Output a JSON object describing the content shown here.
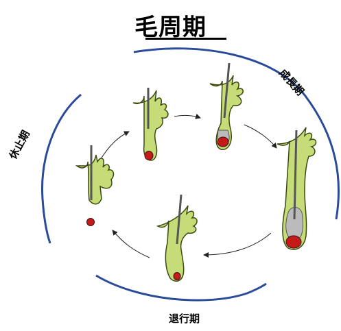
{
  "title": "毛周期",
  "phases": {
    "anagen": "成長期",
    "catagen": "退行期",
    "telogen": "休止期"
  },
  "colors": {
    "arc": "#2a4a9a",
    "follicle": "#c5dc79",
    "follicle_outline": "#3c4a10",
    "papilla": "#c41a1a",
    "hair_shaft": "#555555",
    "sheath": "#bbbbbb",
    "arrow": "#222222"
  }
}
